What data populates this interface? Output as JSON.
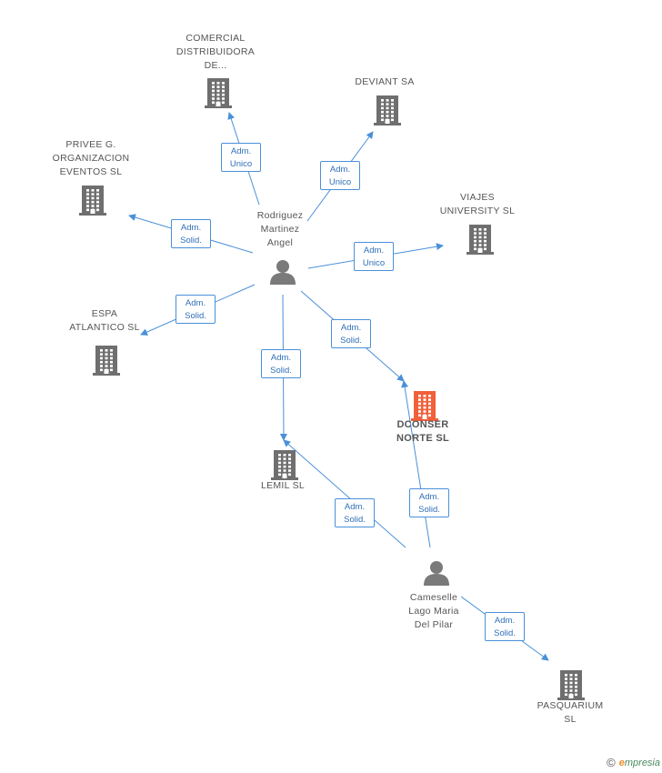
{
  "colors": {
    "edge": "#4a90d9",
    "building": "#6f6f6f",
    "building_focus": "#f0603a",
    "person": "#7a7a7a"
  },
  "companies": [
    {
      "id": "comercial",
      "label": "COMERCIAL\nDISTRIBUIDORA\nDE...",
      "icon": "building-icon",
      "focus": false
    },
    {
      "id": "deviant",
      "label": "DEVIANT SA",
      "icon": "building-icon",
      "focus": false
    },
    {
      "id": "privee",
      "label": "PRIVEE G.\nORGANIZACION\nEVENTOS SL",
      "icon": "building-icon",
      "focus": false
    },
    {
      "id": "viajes",
      "label": "VIAJES\nUNIVERSITY SL",
      "icon": "building-icon",
      "focus": false
    },
    {
      "id": "espa",
      "label": "ESPA\nATLANTICO SL",
      "icon": "building-icon",
      "focus": false
    },
    {
      "id": "dconser",
      "label": "DCONSER\nNORTE SL",
      "icon": "building-icon",
      "focus": true
    },
    {
      "id": "lemil",
      "label": "LEMIL SL",
      "icon": "building-icon",
      "focus": false
    },
    {
      "id": "pasquarium",
      "label": "PASQUARIUM\nSL",
      "icon": "building-icon",
      "focus": false
    }
  ],
  "people": [
    {
      "id": "rodriguez",
      "label": "Rodriguez\nMartinez\nAngel",
      "icon": "person-icon"
    },
    {
      "id": "cameselle",
      "label": "Cameselle\nLago Maria\nDel Pilar",
      "icon": "person-icon"
    }
  ],
  "relations": [
    {
      "from": "rodriguez",
      "to": "comercial",
      "label": "Adm.\nUnico"
    },
    {
      "from": "rodriguez",
      "to": "deviant",
      "label": "Adm.\nUnico"
    },
    {
      "from": "rodriguez",
      "to": "privee",
      "label": "Adm.\nSolid."
    },
    {
      "from": "rodriguez",
      "to": "viajes",
      "label": "Adm.\nUnico"
    },
    {
      "from": "rodriguez",
      "to": "espa",
      "label": "Adm.\nSolid."
    },
    {
      "from": "rodriguez",
      "to": "lemil",
      "label": "Adm.\nSolid."
    },
    {
      "from": "rodriguez",
      "to": "dconser",
      "label": "Adm.\nSolid."
    },
    {
      "from": "cameselle",
      "to": "lemil",
      "label": "Adm.\nSolid."
    },
    {
      "from": "cameselle",
      "to": "dconser",
      "label": "Adm.\nSolid."
    },
    {
      "from": "cameselle",
      "to": "pasquarium",
      "label": "Adm.\nSolid."
    }
  ],
  "footer": {
    "copyright": "©",
    "brand_initial": "e",
    "brand_rest": "mpresia"
  }
}
